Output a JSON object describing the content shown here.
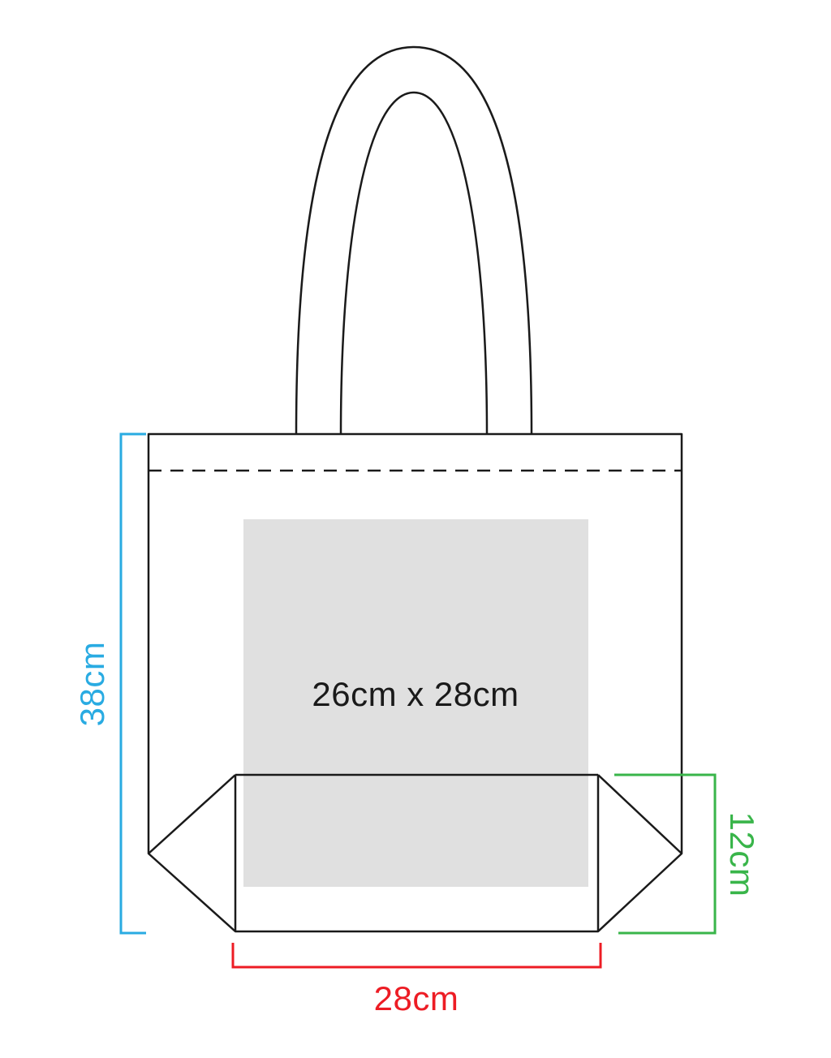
{
  "diagram": {
    "bag": {
      "outline_color": "#1a1a1a"
    },
    "print_area": {
      "label": "26cm x 28cm",
      "fill": "#e0e0e0",
      "text_color": "#1a1a1a"
    },
    "dimensions": {
      "height": {
        "label": "38cm",
        "color": "#29abe2"
      },
      "gusset_height": {
        "label": "12cm",
        "color": "#39b54a"
      },
      "bottom_width": {
        "label": "28cm",
        "color": "#ed1c24"
      }
    }
  }
}
